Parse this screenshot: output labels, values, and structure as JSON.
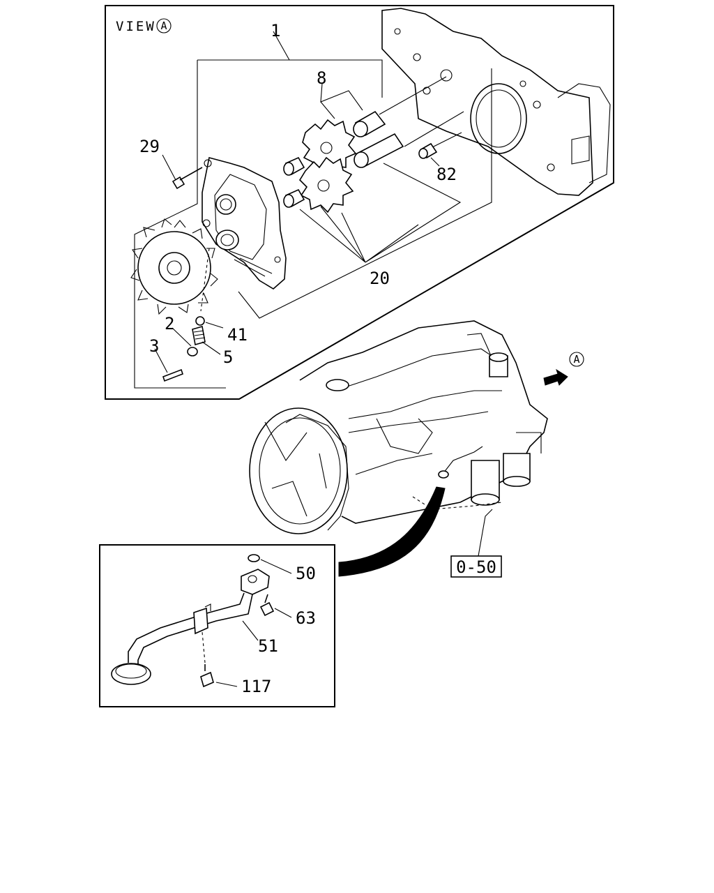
{
  "view_label": "VIEW",
  "view_marker": "A",
  "arrow_marker": "A",
  "reference_box": "0-50",
  "callouts": {
    "c1": "1",
    "c2": "2",
    "c3": "3",
    "c5": "5",
    "c8": "8",
    "c20": "20",
    "c29": "29",
    "c41": "41",
    "c82": "82",
    "c50": "50",
    "c51": "51",
    "c63": "63",
    "c117": "117"
  }
}
